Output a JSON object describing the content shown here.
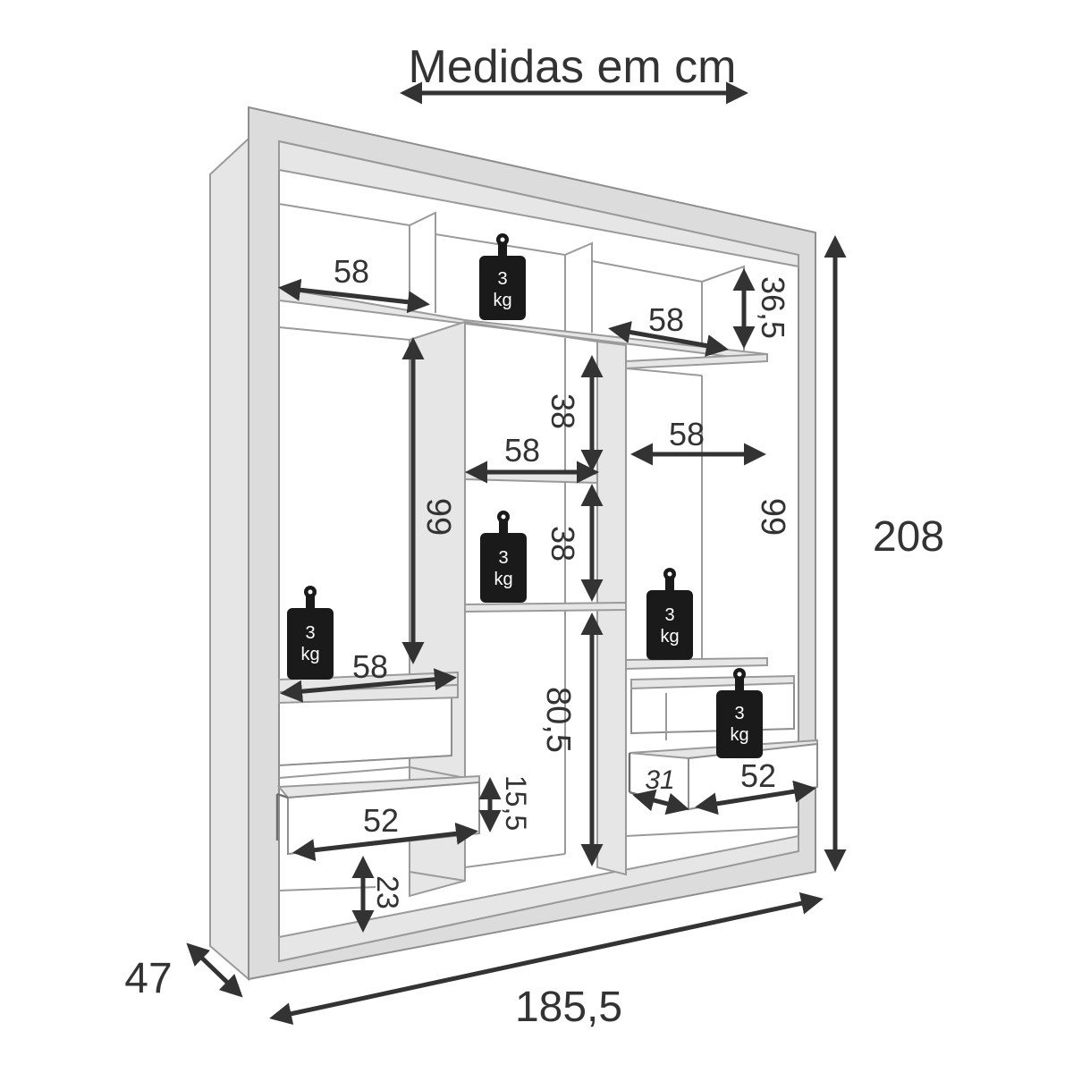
{
  "title": "Medidas em cm",
  "colors": {
    "ink": "#333333",
    "panel": "#dcdcdc",
    "board": "#1a1a1a"
  },
  "dimensions": {
    "height_total": "208",
    "width_total": "185,5",
    "depth_total": "47",
    "top_left_shelf_width": "58",
    "top_right_shelf_width": "58",
    "top_right_niche_height": "36,5",
    "center_upper_niche_height": "38",
    "center_shelf_width": "58",
    "center_lower_niche_height": "38",
    "left_hanging_height": "99",
    "right_hanging_height": "99",
    "right_rod_width": "58",
    "left_bottom_shelf_width": "58",
    "left_drawer_width": "52",
    "left_drawer_height": "15,5",
    "left_bottom_clearance": "23",
    "center_bottom_height": "80,5",
    "right_drawer_width": "52",
    "right_drawer_depth": "31"
  },
  "weight_tags": [
    {
      "value": "3",
      "unit": "kg"
    },
    {
      "value": "3",
      "unit": "kg"
    },
    {
      "value": "3",
      "unit": "kg"
    },
    {
      "value": "3",
      "unit": "kg"
    },
    {
      "value": "3",
      "unit": "kg"
    }
  ]
}
